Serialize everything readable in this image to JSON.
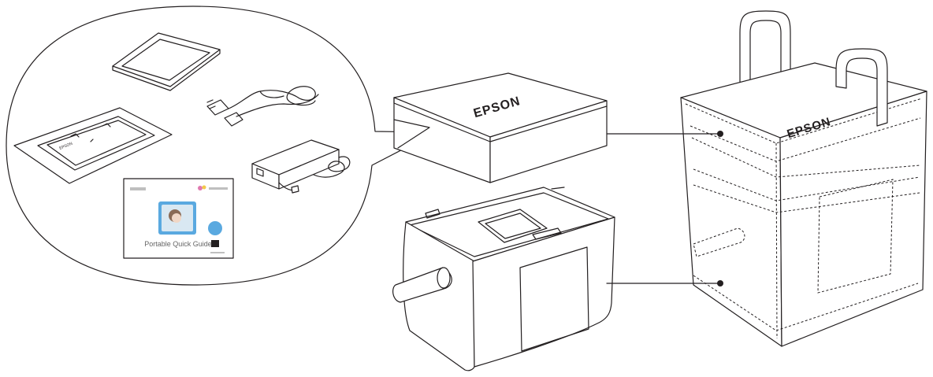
{
  "brand": "EPSON",
  "quick_guide": {
    "title": "Portable Quick Guide",
    "cover_accent": "#5aa9e0",
    "cover_bg": "#7fbfe8"
  },
  "items": [
    {
      "name": "photo-paper-pack"
    },
    {
      "name": "power-cord"
    },
    {
      "name": "ink-cartridge-package"
    },
    {
      "name": "ac-adapter"
    },
    {
      "name": "quick-guide-booklet"
    },
    {
      "name": "box"
    },
    {
      "name": "printer"
    },
    {
      "name": "carrying-bag"
    }
  ],
  "colors": {
    "line": "#231f20",
    "background": "#ffffff"
  }
}
